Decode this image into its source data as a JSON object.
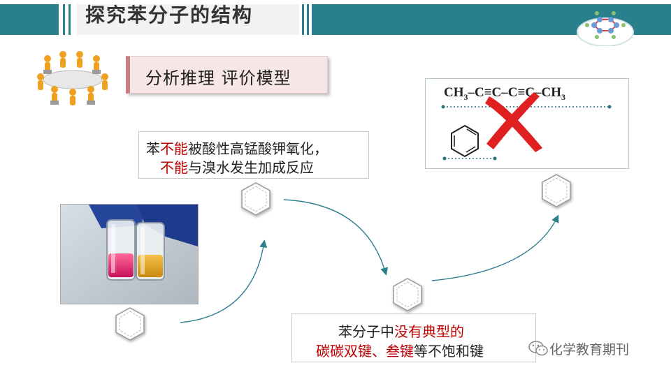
{
  "header": {
    "title": "探究苯分子的结构"
  },
  "subtitle": {
    "label": "分析推理  评价模型"
  },
  "observation": {
    "line1_prefix": "苯",
    "line1_highlight": "不能",
    "line1_suffix": "被酸性高锰酸钾氧化，",
    "line2_highlight": "不能",
    "line2_suffix": "与溴水发生加成反应"
  },
  "formula": {
    "text": "CH3–C≡C–C≡C–CH3",
    "parts": [
      "CH",
      "3",
      "–C≡C–C≡C–CH",
      "3"
    ]
  },
  "conclusion": {
    "line1_prefix": "苯分子中",
    "line1_highlight": "没有典型的",
    "line2_highlight": "碳碳双键、叁键",
    "line2_suffix": "等不饱和键"
  },
  "watermark": {
    "text": "化学教育期刊"
  },
  "colors": {
    "teal": "#2a7f8c",
    "red": "#c00000",
    "subtitle_bg": "#f7e6e6"
  }
}
